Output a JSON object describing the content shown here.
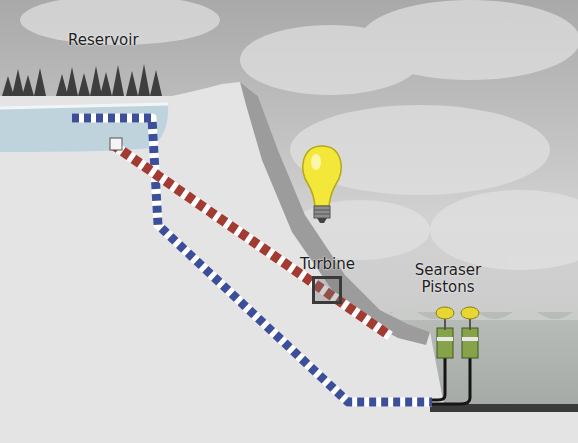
{
  "diagram": {
    "nodes": [
      {
        "text": [
          "Turbine"
        ]
      }
    ],
    "labels": [
      "Reservoir",
      "Searaser Pistons"
    ]
  }
}
